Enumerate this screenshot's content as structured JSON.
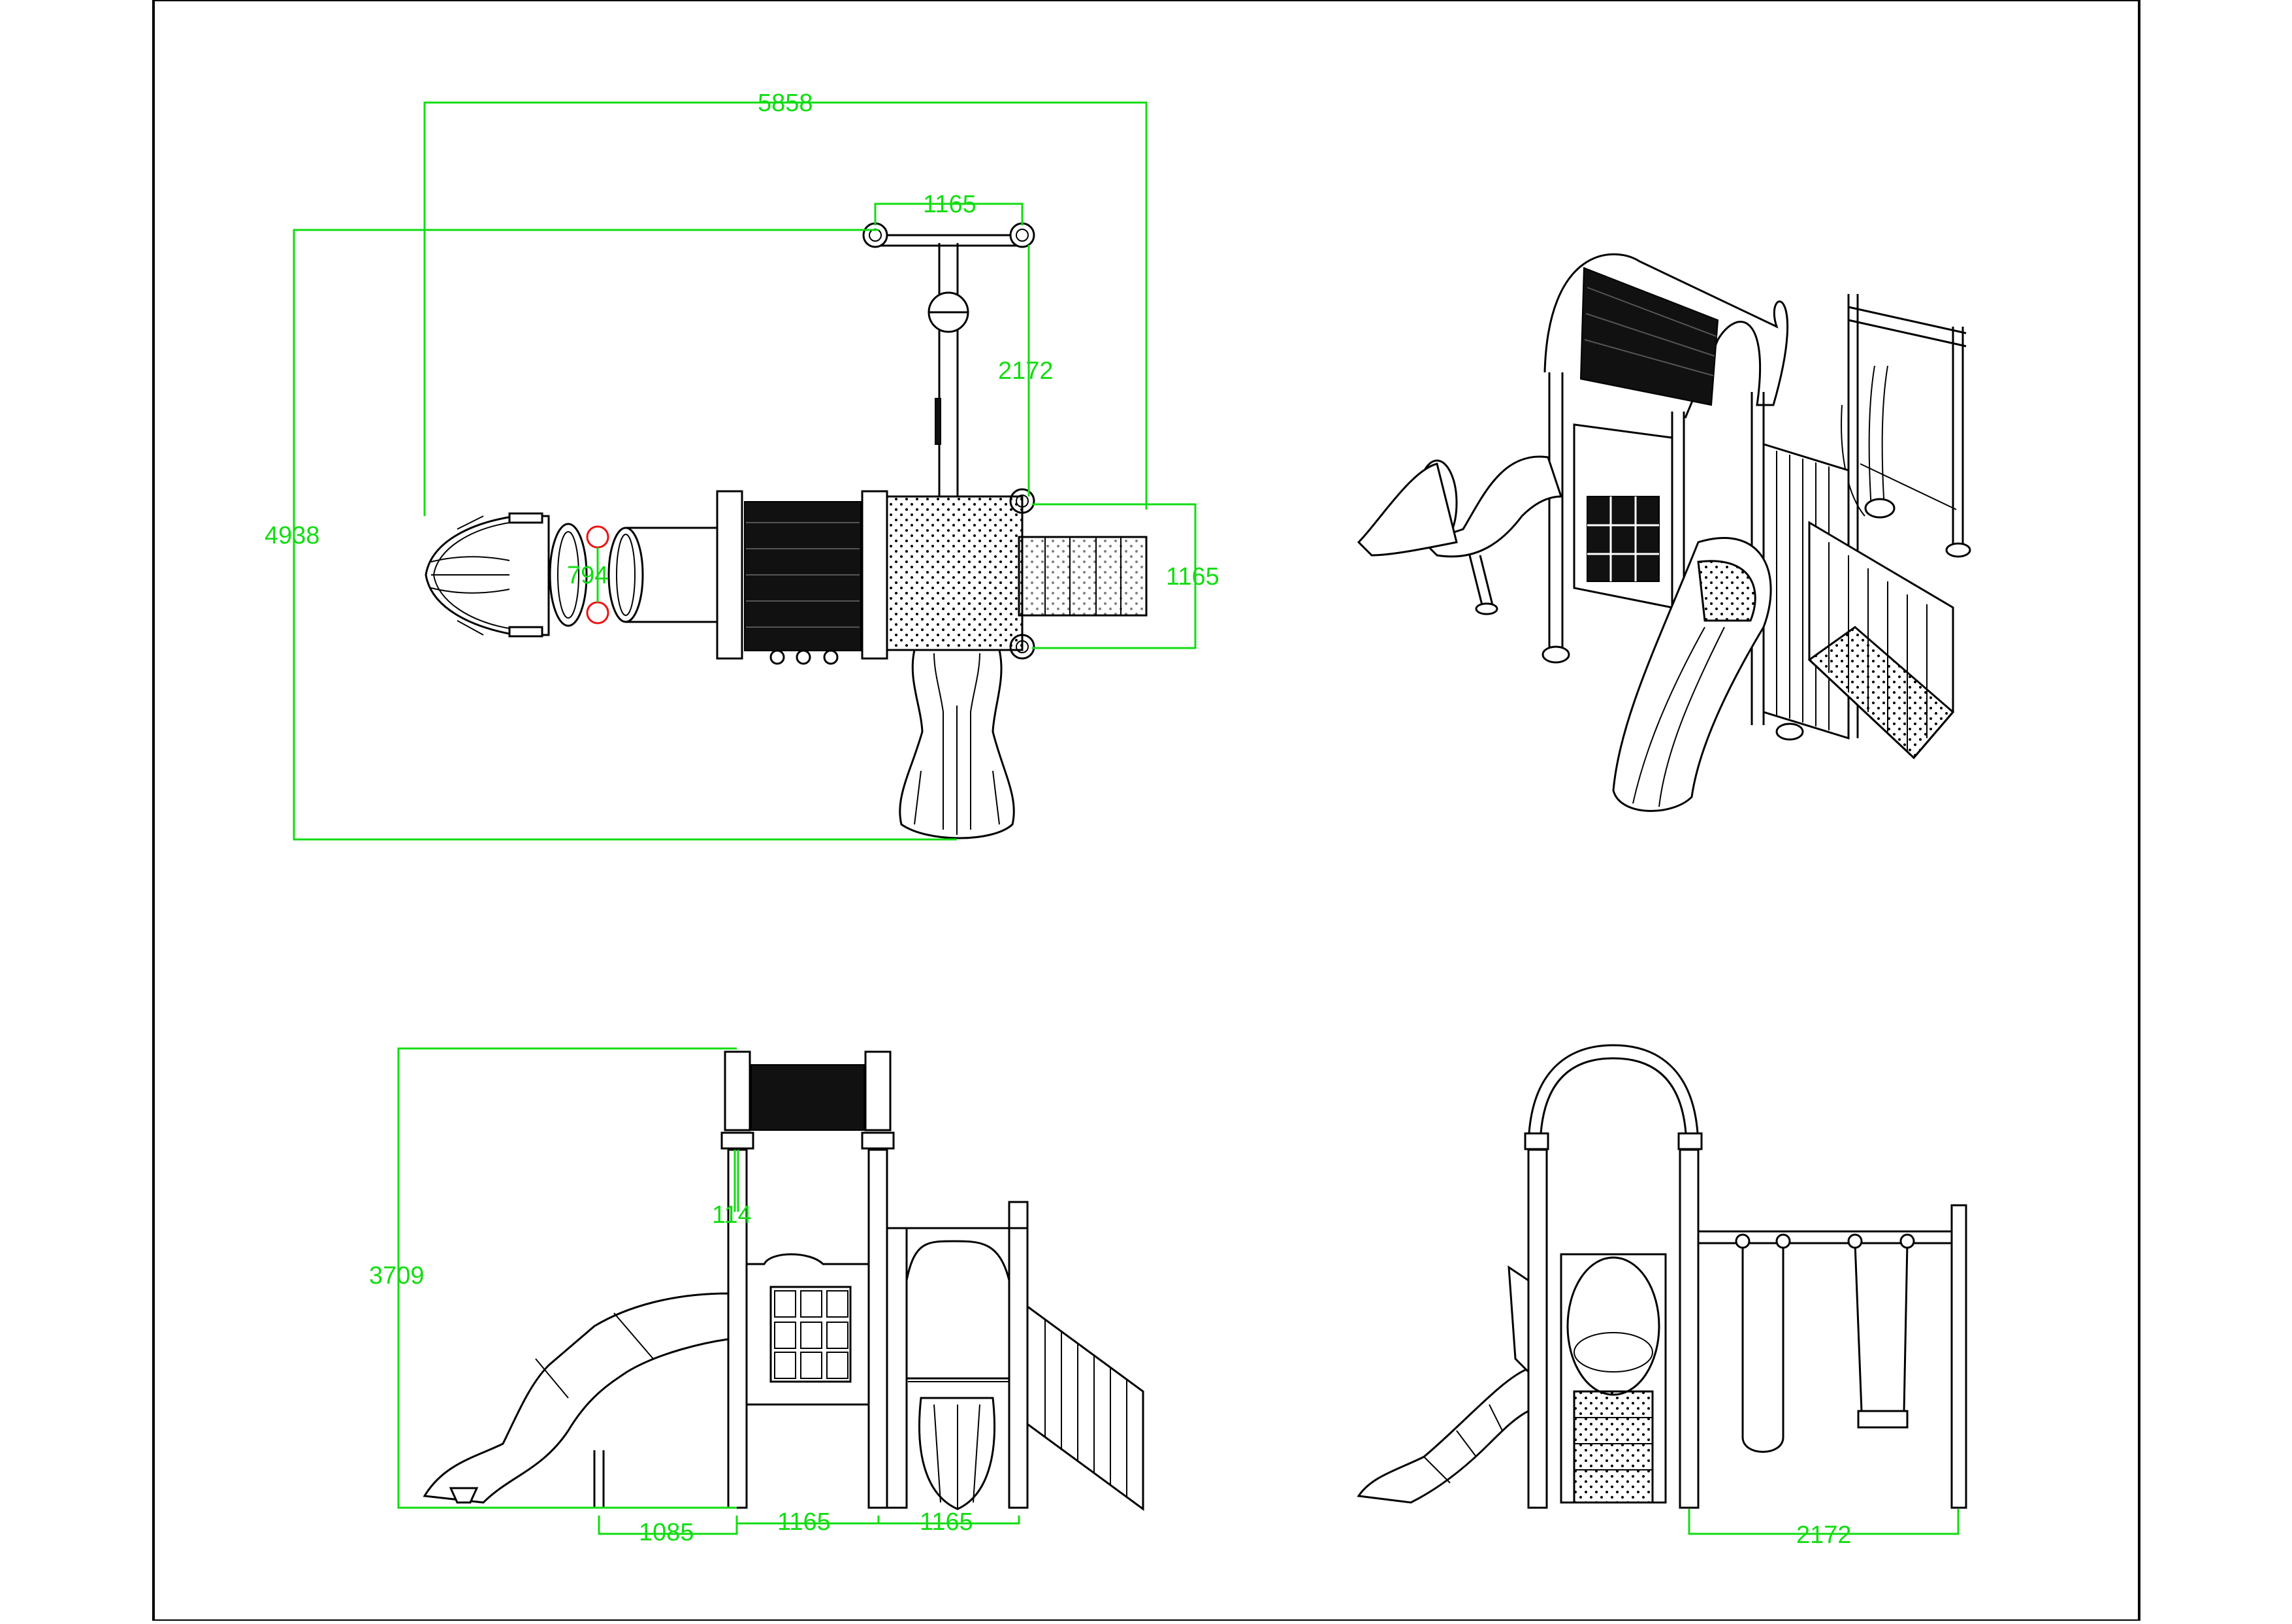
{
  "dimensions": {
    "top_view": {
      "overall_width": "5858",
      "overall_depth": "4938",
      "swing_post_spacing": "1165",
      "swing_frame_length": "2172",
      "deck_width": "1165",
      "tube_diameter": "794"
    },
    "side_view": {
      "overall_height": "3709",
      "roof_gap": "114",
      "slide_offset": "1085",
      "post_spacing_1": "1165",
      "post_spacing_2": "1165"
    },
    "front_view": {
      "swing_width": "2172"
    }
  },
  "colors": {
    "dimension": "#11dd11",
    "drawing": "#000000",
    "highlight": "#ee1111"
  }
}
